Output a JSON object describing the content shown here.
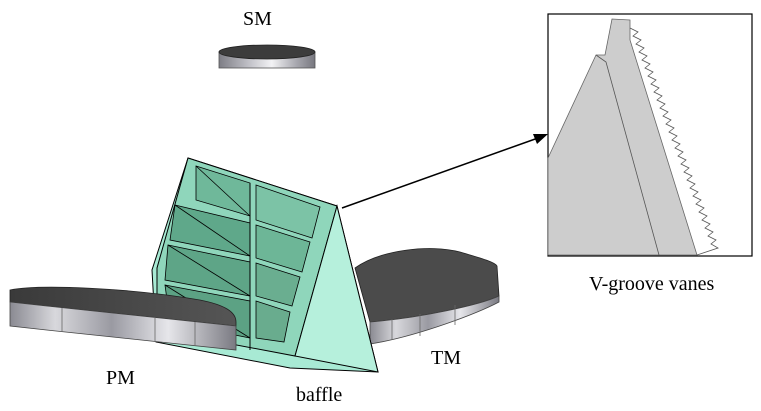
{
  "labels": {
    "sm": "SM",
    "pm": "PM",
    "tm": "TM",
    "baffle": "baffle",
    "vgroove": "V-groove vanes"
  },
  "colors": {
    "baffle_face": "#a8ead4",
    "baffle_dark": "#6fb89a",
    "mirror_top": "#4a4a4a",
    "mirror_side": "#9a9aa2",
    "inset_gray": "#cdcdcd",
    "outline": "#000000"
  }
}
